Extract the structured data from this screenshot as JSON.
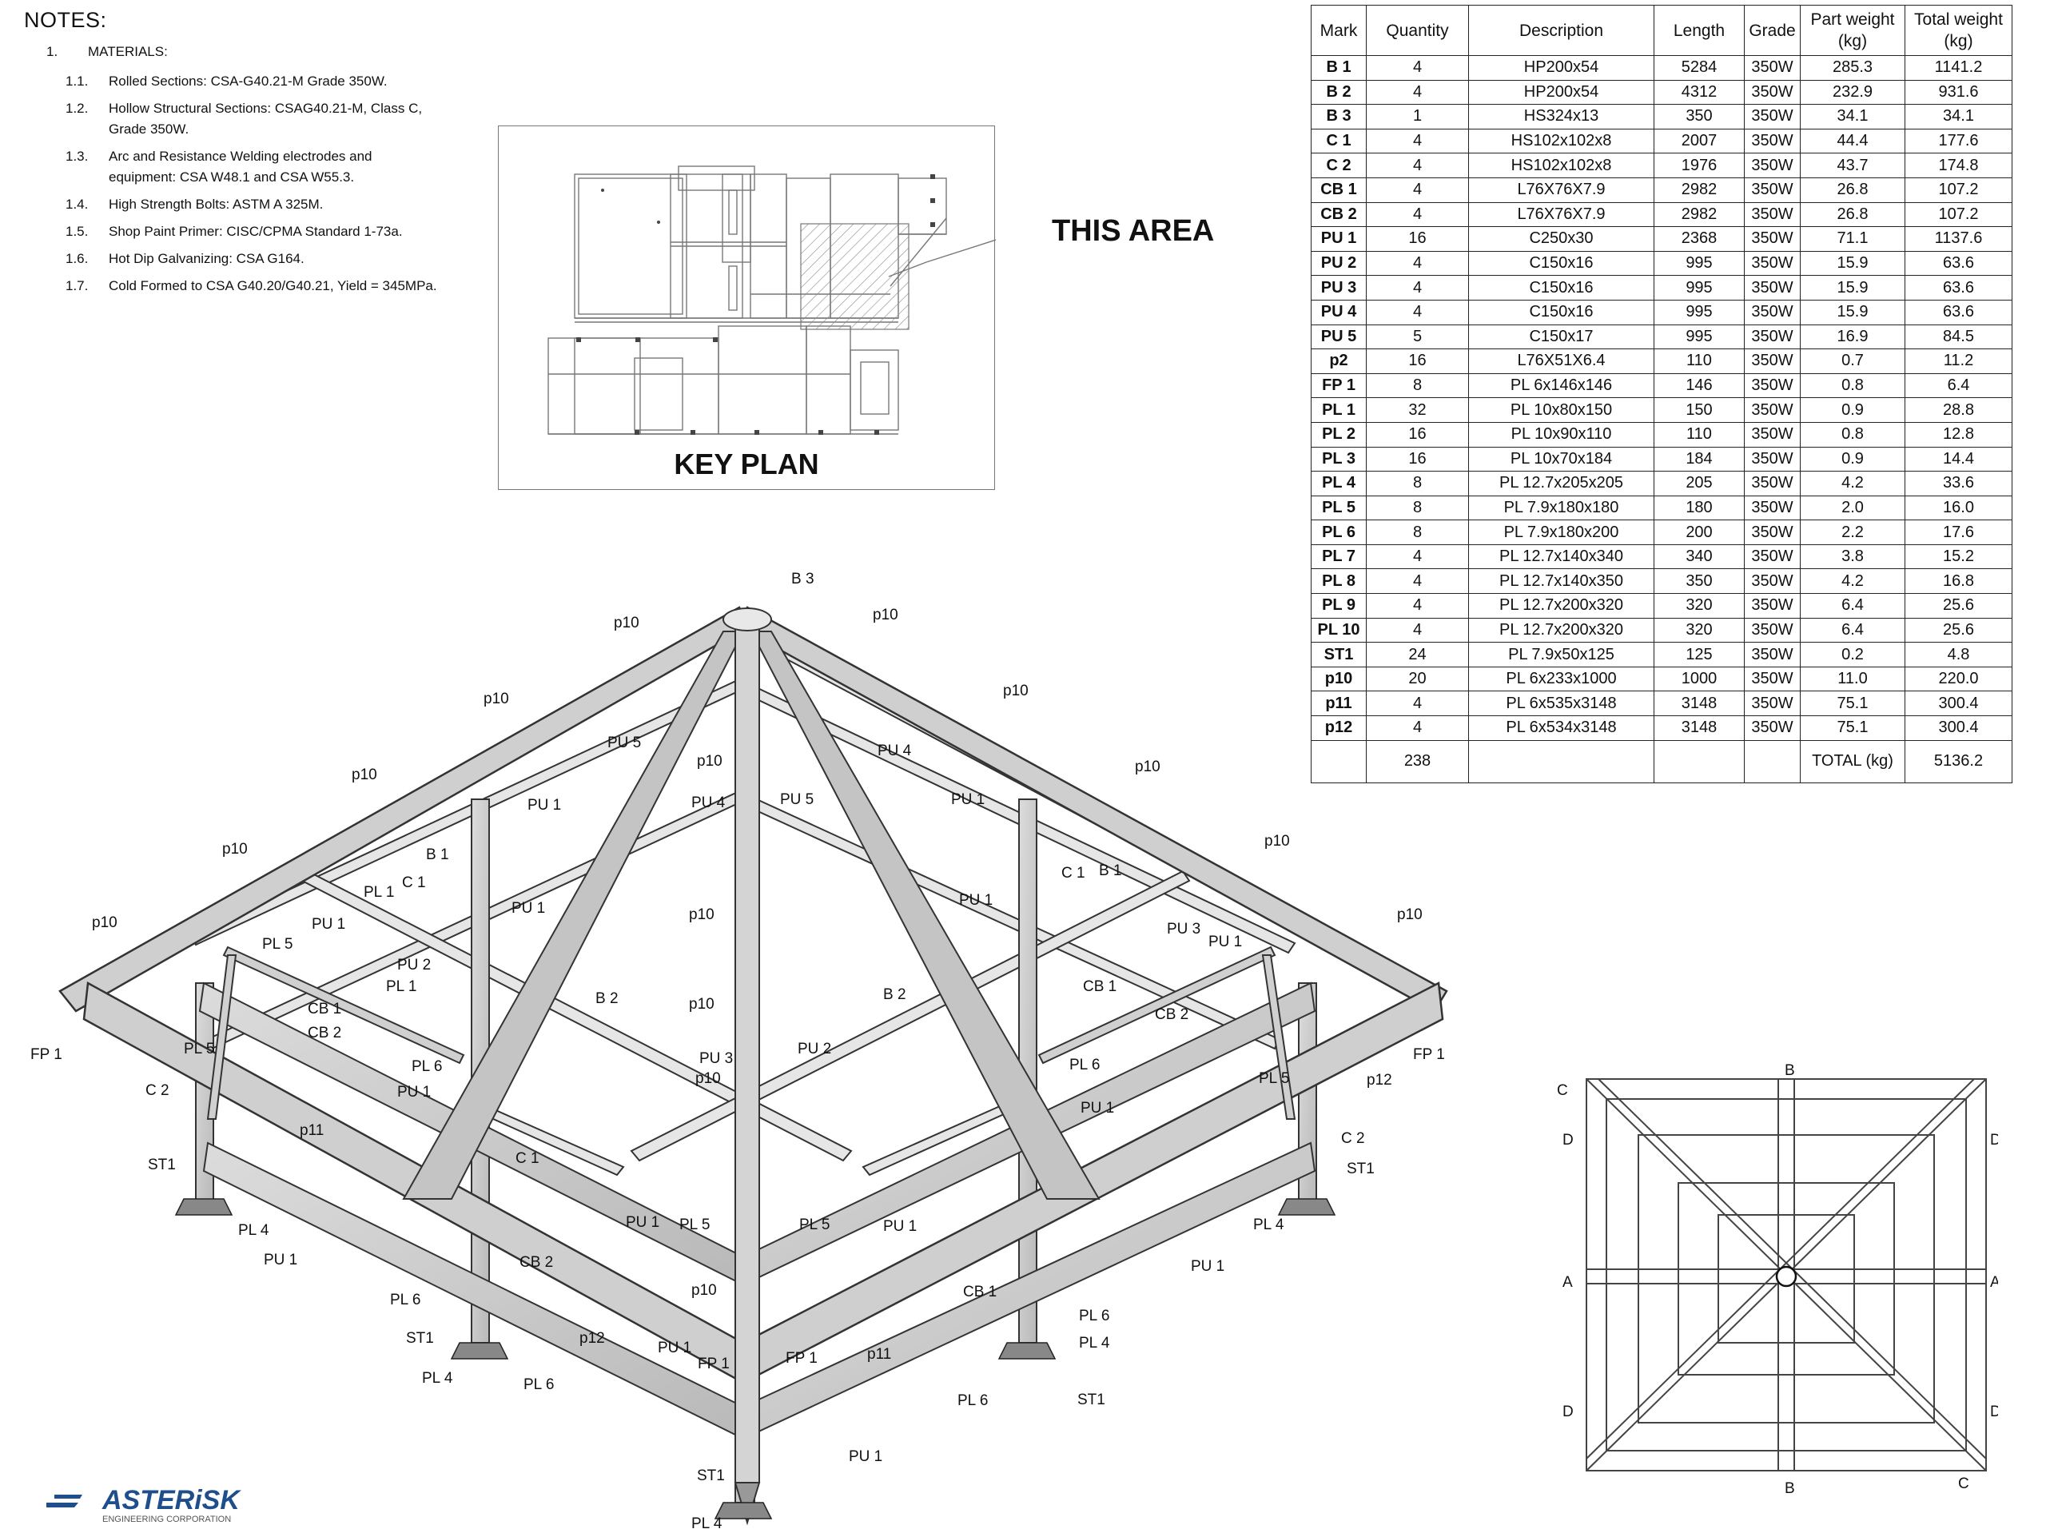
{
  "notes": {
    "title": "NOTES:",
    "section_number": "1.",
    "section_title": "MATERIALS:",
    "items": [
      {
        "n": "1.1.",
        "text": "Rolled Sections: CSA-G40.21-M Grade 350W."
      },
      {
        "n": "1.2.",
        "text": "Hollow Structural Sections: CSAG40.21-M, Class C, Grade 350W."
      },
      {
        "n": "1.3.",
        "text": "Arc and Resistance Welding electrodes and equipment: CSA W48.1 and CSA W55.3."
      },
      {
        "n": "1.4.",
        "text": "High Strength Bolts: ASTM A 325M."
      },
      {
        "n": "1.5.",
        "text": "Shop Paint Primer: CISC/CPMA Standard 1-73a."
      },
      {
        "n": "1.6.",
        "text": "Hot Dip Galvanizing: CSA G164."
      },
      {
        "n": "1.7.",
        "text": "Cold Formed  to CSA G40.20/G40.21, Yield = 345MPa."
      }
    ]
  },
  "key_plan": {
    "title": "KEY PLAN",
    "callout": "THIS AREA"
  },
  "bom": {
    "headers": [
      "Mark",
      "Quantity",
      "Description",
      "Length",
      "Grade",
      "Part weight (kg)",
      "Total weight (kg)"
    ],
    "rows": [
      [
        "B 1",
        "4",
        "HP200x54",
        "5284",
        "350W",
        "285.3",
        "1141.2"
      ],
      [
        "B 2",
        "4",
        "HP200x54",
        "4312",
        "350W",
        "232.9",
        "931.6"
      ],
      [
        "B 3",
        "1",
        "HS324x13",
        "350",
        "350W",
        "34.1",
        "34.1"
      ],
      [
        "C 1",
        "4",
        "HS102x102x8",
        "2007",
        "350W",
        "44.4",
        "177.6"
      ],
      [
        "C 2",
        "4",
        "HS102x102x8",
        "1976",
        "350W",
        "43.7",
        "174.8"
      ],
      [
        "CB 1",
        "4",
        "L76X76X7.9",
        "2982",
        "350W",
        "26.8",
        "107.2"
      ],
      [
        "CB 2",
        "4",
        "L76X76X7.9",
        "2982",
        "350W",
        "26.8",
        "107.2"
      ],
      [
        "PU 1",
        "16",
        "C250x30",
        "2368",
        "350W",
        "71.1",
        "1137.6"
      ],
      [
        "PU 2",
        "4",
        "C150x16",
        "995",
        "350W",
        "15.9",
        "63.6"
      ],
      [
        "PU 3",
        "4",
        "C150x16",
        "995",
        "350W",
        "15.9",
        "63.6"
      ],
      [
        "PU 4",
        "4",
        "C150x16",
        "995",
        "350W",
        "15.9",
        "63.6"
      ],
      [
        "PU 5",
        "5",
        "C150x17",
        "995",
        "350W",
        "16.9",
        "84.5"
      ],
      [
        "p2",
        "16",
        "L76X51X6.4",
        "110",
        "350W",
        "0.7",
        "11.2"
      ],
      [
        "FP 1",
        "8",
        "PL 6x146x146",
        "146",
        "350W",
        "0.8",
        "6.4"
      ],
      [
        "PL 1",
        "32",
        "PL 10x80x150",
        "150",
        "350W",
        "0.9",
        "28.8"
      ],
      [
        "PL 2",
        "16",
        "PL 10x90x110",
        "110",
        "350W",
        "0.8",
        "12.8"
      ],
      [
        "PL 3",
        "16",
        "PL 10x70x184",
        "184",
        "350W",
        "0.9",
        "14.4"
      ],
      [
        "PL 4",
        "8",
        "PL 12.7x205x205",
        "205",
        "350W",
        "4.2",
        "33.6"
      ],
      [
        "PL 5",
        "8",
        "PL 7.9x180x180",
        "180",
        "350W",
        "2.0",
        "16.0"
      ],
      [
        "PL 6",
        "8",
        "PL 7.9x180x200",
        "200",
        "350W",
        "2.2",
        "17.6"
      ],
      [
        "PL 7",
        "4",
        "PL 12.7x140x340",
        "340",
        "350W",
        "3.8",
        "15.2"
      ],
      [
        "PL 8",
        "4",
        "PL 12.7x140x350",
        "350",
        "350W",
        "4.2",
        "16.8"
      ],
      [
        "PL 9",
        "4",
        "PL 12.7x200x320",
        "320",
        "350W",
        "6.4",
        "25.6"
      ],
      [
        "PL 10",
        "4",
        "PL 12.7x200x320",
        "320",
        "350W",
        "6.4",
        "25.6"
      ],
      [
        "ST1",
        "24",
        "PL 7.9x50x125",
        "125",
        "350W",
        "0.2",
        "4.8"
      ],
      [
        "p10",
        "20",
        "PL 6x233x1000",
        "1000",
        "350W",
        "11.0",
        "220.0"
      ],
      [
        "p11",
        "4",
        "PL 6x535x3148",
        "3148",
        "350W",
        "75.1",
        "300.4"
      ],
      [
        "p12",
        "4",
        "PL 6x534x3148",
        "3148",
        "350W",
        "75.1",
        "300.4"
      ]
    ],
    "total": {
      "quantity": "238",
      "label": "TOTAL (kg)",
      "weight": "5136.2"
    }
  },
  "labels": {
    "b3": "B 3",
    "b1": "B 1",
    "b2": "B 2",
    "c1": "C 1",
    "c2": "C 2",
    "pu1": "PU 1",
    "pu2": "PU 2",
    "pu3": "PU 3",
    "pu4": "PU 4",
    "pu5": "PU 5",
    "cb1": "CB 1",
    "cb2": "CB 2",
    "pl1": "PL 1",
    "pl4": "PL 4",
    "pl5": "PL 5",
    "pl6": "PL 6",
    "p10": "p10",
    "p11": "p11",
    "p12": "p12",
    "fp1": "FP 1",
    "st1": "ST1"
  },
  "section_marks": {
    "a": "A",
    "b": "B",
    "c": "C",
    "d": "D"
  },
  "logo": {
    "name": "ASTERiSK",
    "subtitle": "ENGINEERING CORPORATION",
    "color": "#1f4e8c"
  }
}
